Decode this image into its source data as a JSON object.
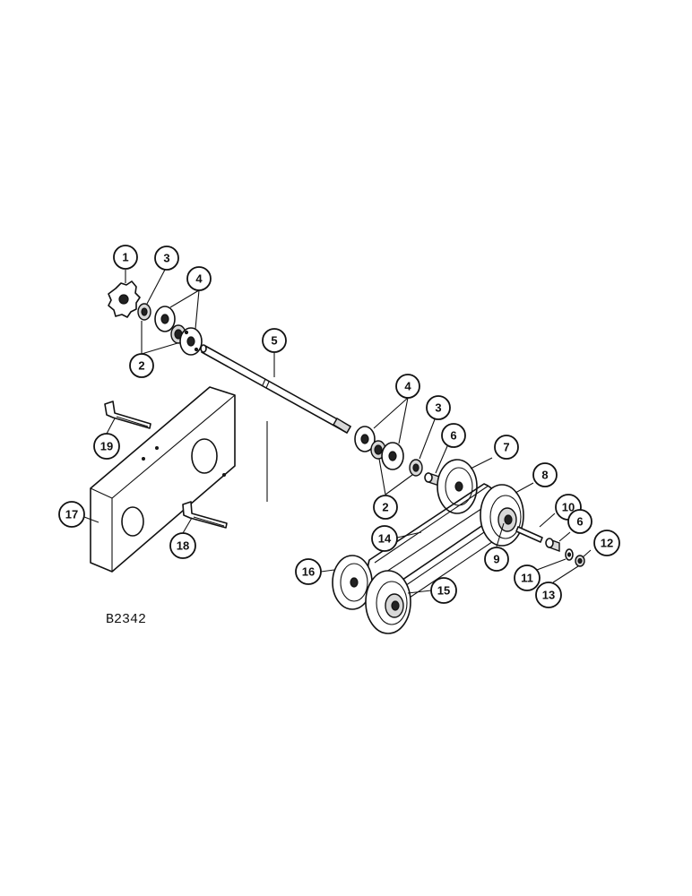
{
  "figure_ref": "B2342",
  "callouts": [
    {
      "id": "c1",
      "label": "1"
    },
    {
      "id": "c3a",
      "label": "3"
    },
    {
      "id": "c4a",
      "label": "4"
    },
    {
      "id": "c2a",
      "label": "2"
    },
    {
      "id": "c5",
      "label": "5"
    },
    {
      "id": "c4b",
      "label": "4"
    },
    {
      "id": "c3b",
      "label": "3"
    },
    {
      "id": "c6a",
      "label": "6"
    },
    {
      "id": "c7",
      "label": "7"
    },
    {
      "id": "c2b",
      "label": "2"
    },
    {
      "id": "c8",
      "label": "8"
    },
    {
      "id": "c10",
      "label": "10"
    },
    {
      "id": "c6b",
      "label": "6"
    },
    {
      "id": "c12",
      "label": "12"
    },
    {
      "id": "c9",
      "label": "9"
    },
    {
      "id": "c11",
      "label": "11"
    },
    {
      "id": "c13",
      "label": "13"
    },
    {
      "id": "c14",
      "label": "14"
    },
    {
      "id": "c15",
      "label": "15"
    },
    {
      "id": "c16",
      "label": "16"
    },
    {
      "id": "c17",
      "label": "17"
    },
    {
      "id": "c18",
      "label": "18"
    },
    {
      "id": "c19",
      "label": "19"
    }
  ]
}
